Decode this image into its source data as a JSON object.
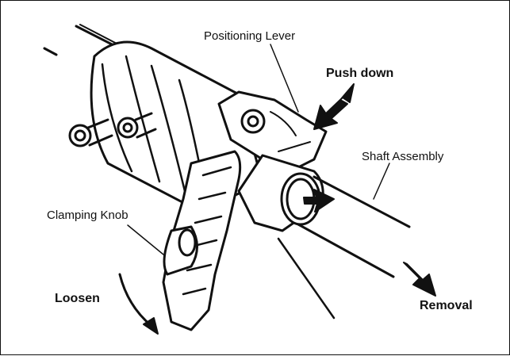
{
  "labels": {
    "positioning_lever": "Positioning Lever",
    "push_down": "Push down",
    "shaft_assembly": "Shaft Assembly",
    "clamping_knob": "Clamping Knob",
    "loosen": "Loosen",
    "removal": "Removal"
  },
  "colors": {
    "ink": "#111111",
    "background": "#ffffff"
  }
}
